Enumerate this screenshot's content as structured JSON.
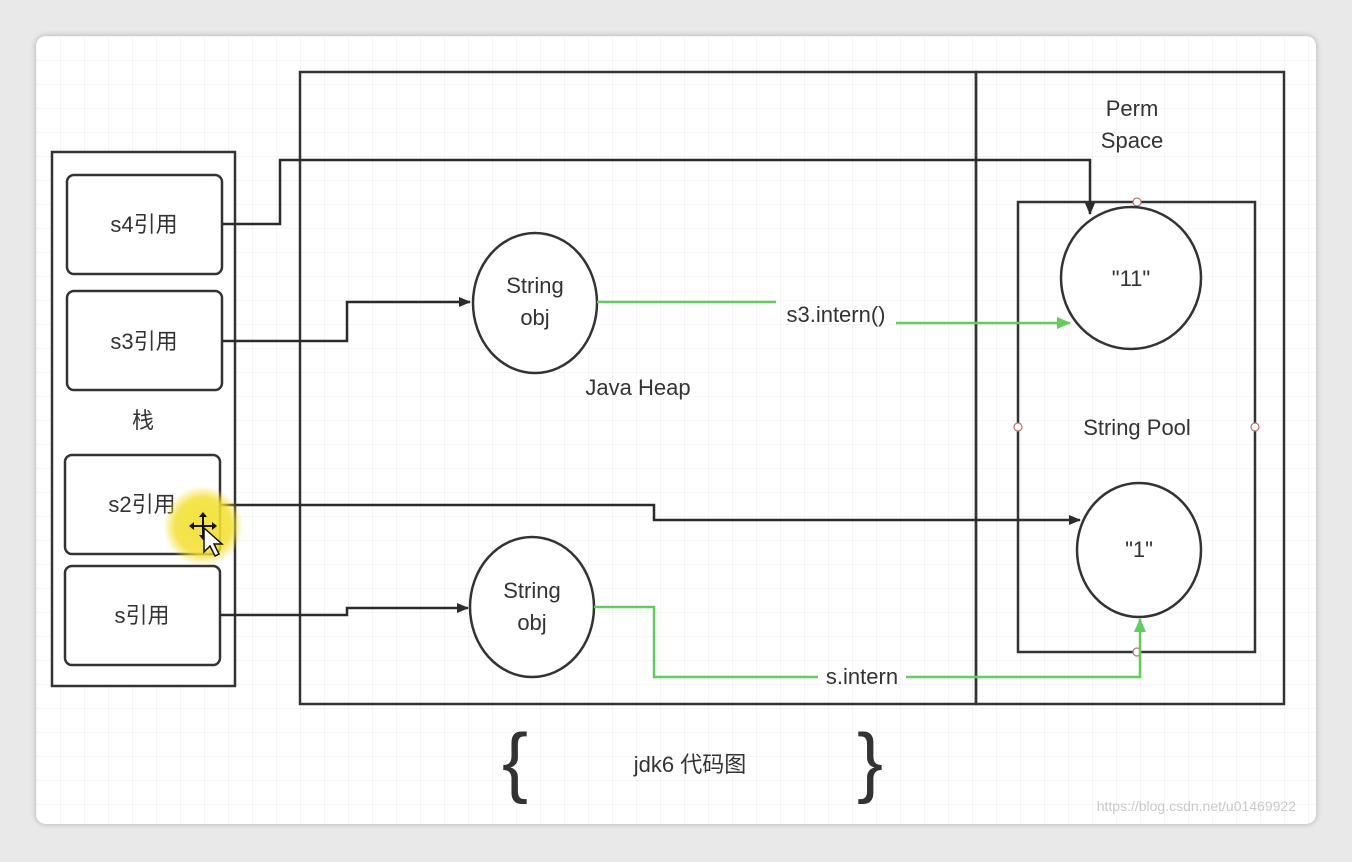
{
  "stack": {
    "title": "栈",
    "refs": [
      "s4引用",
      "s3引用",
      "s2引用",
      "s引用"
    ]
  },
  "heap": {
    "label": "Java Heap",
    "obj_top": [
      "String",
      "obj"
    ],
    "obj_bottom": [
      "String",
      "obj"
    ]
  },
  "perm": {
    "title": [
      "Perm",
      "Space"
    ],
    "pool_label": "String Pool",
    "literal_11": "\"11\"",
    "literal_1": "\"1\""
  },
  "edges": {
    "s3_intern": "s3.intern()",
    "s_intern": "s.intern"
  },
  "caption": {
    "brace_left": "{",
    "text": "jdk6 代码图",
    "brace_right": "}"
  },
  "watermark": "https://blog.csdn.net/u01469922",
  "colors": {
    "line": "#2b2b2b",
    "green": "#5fcf5a",
    "grid": "#ececec",
    "highlight": "#f3e030"
  }
}
